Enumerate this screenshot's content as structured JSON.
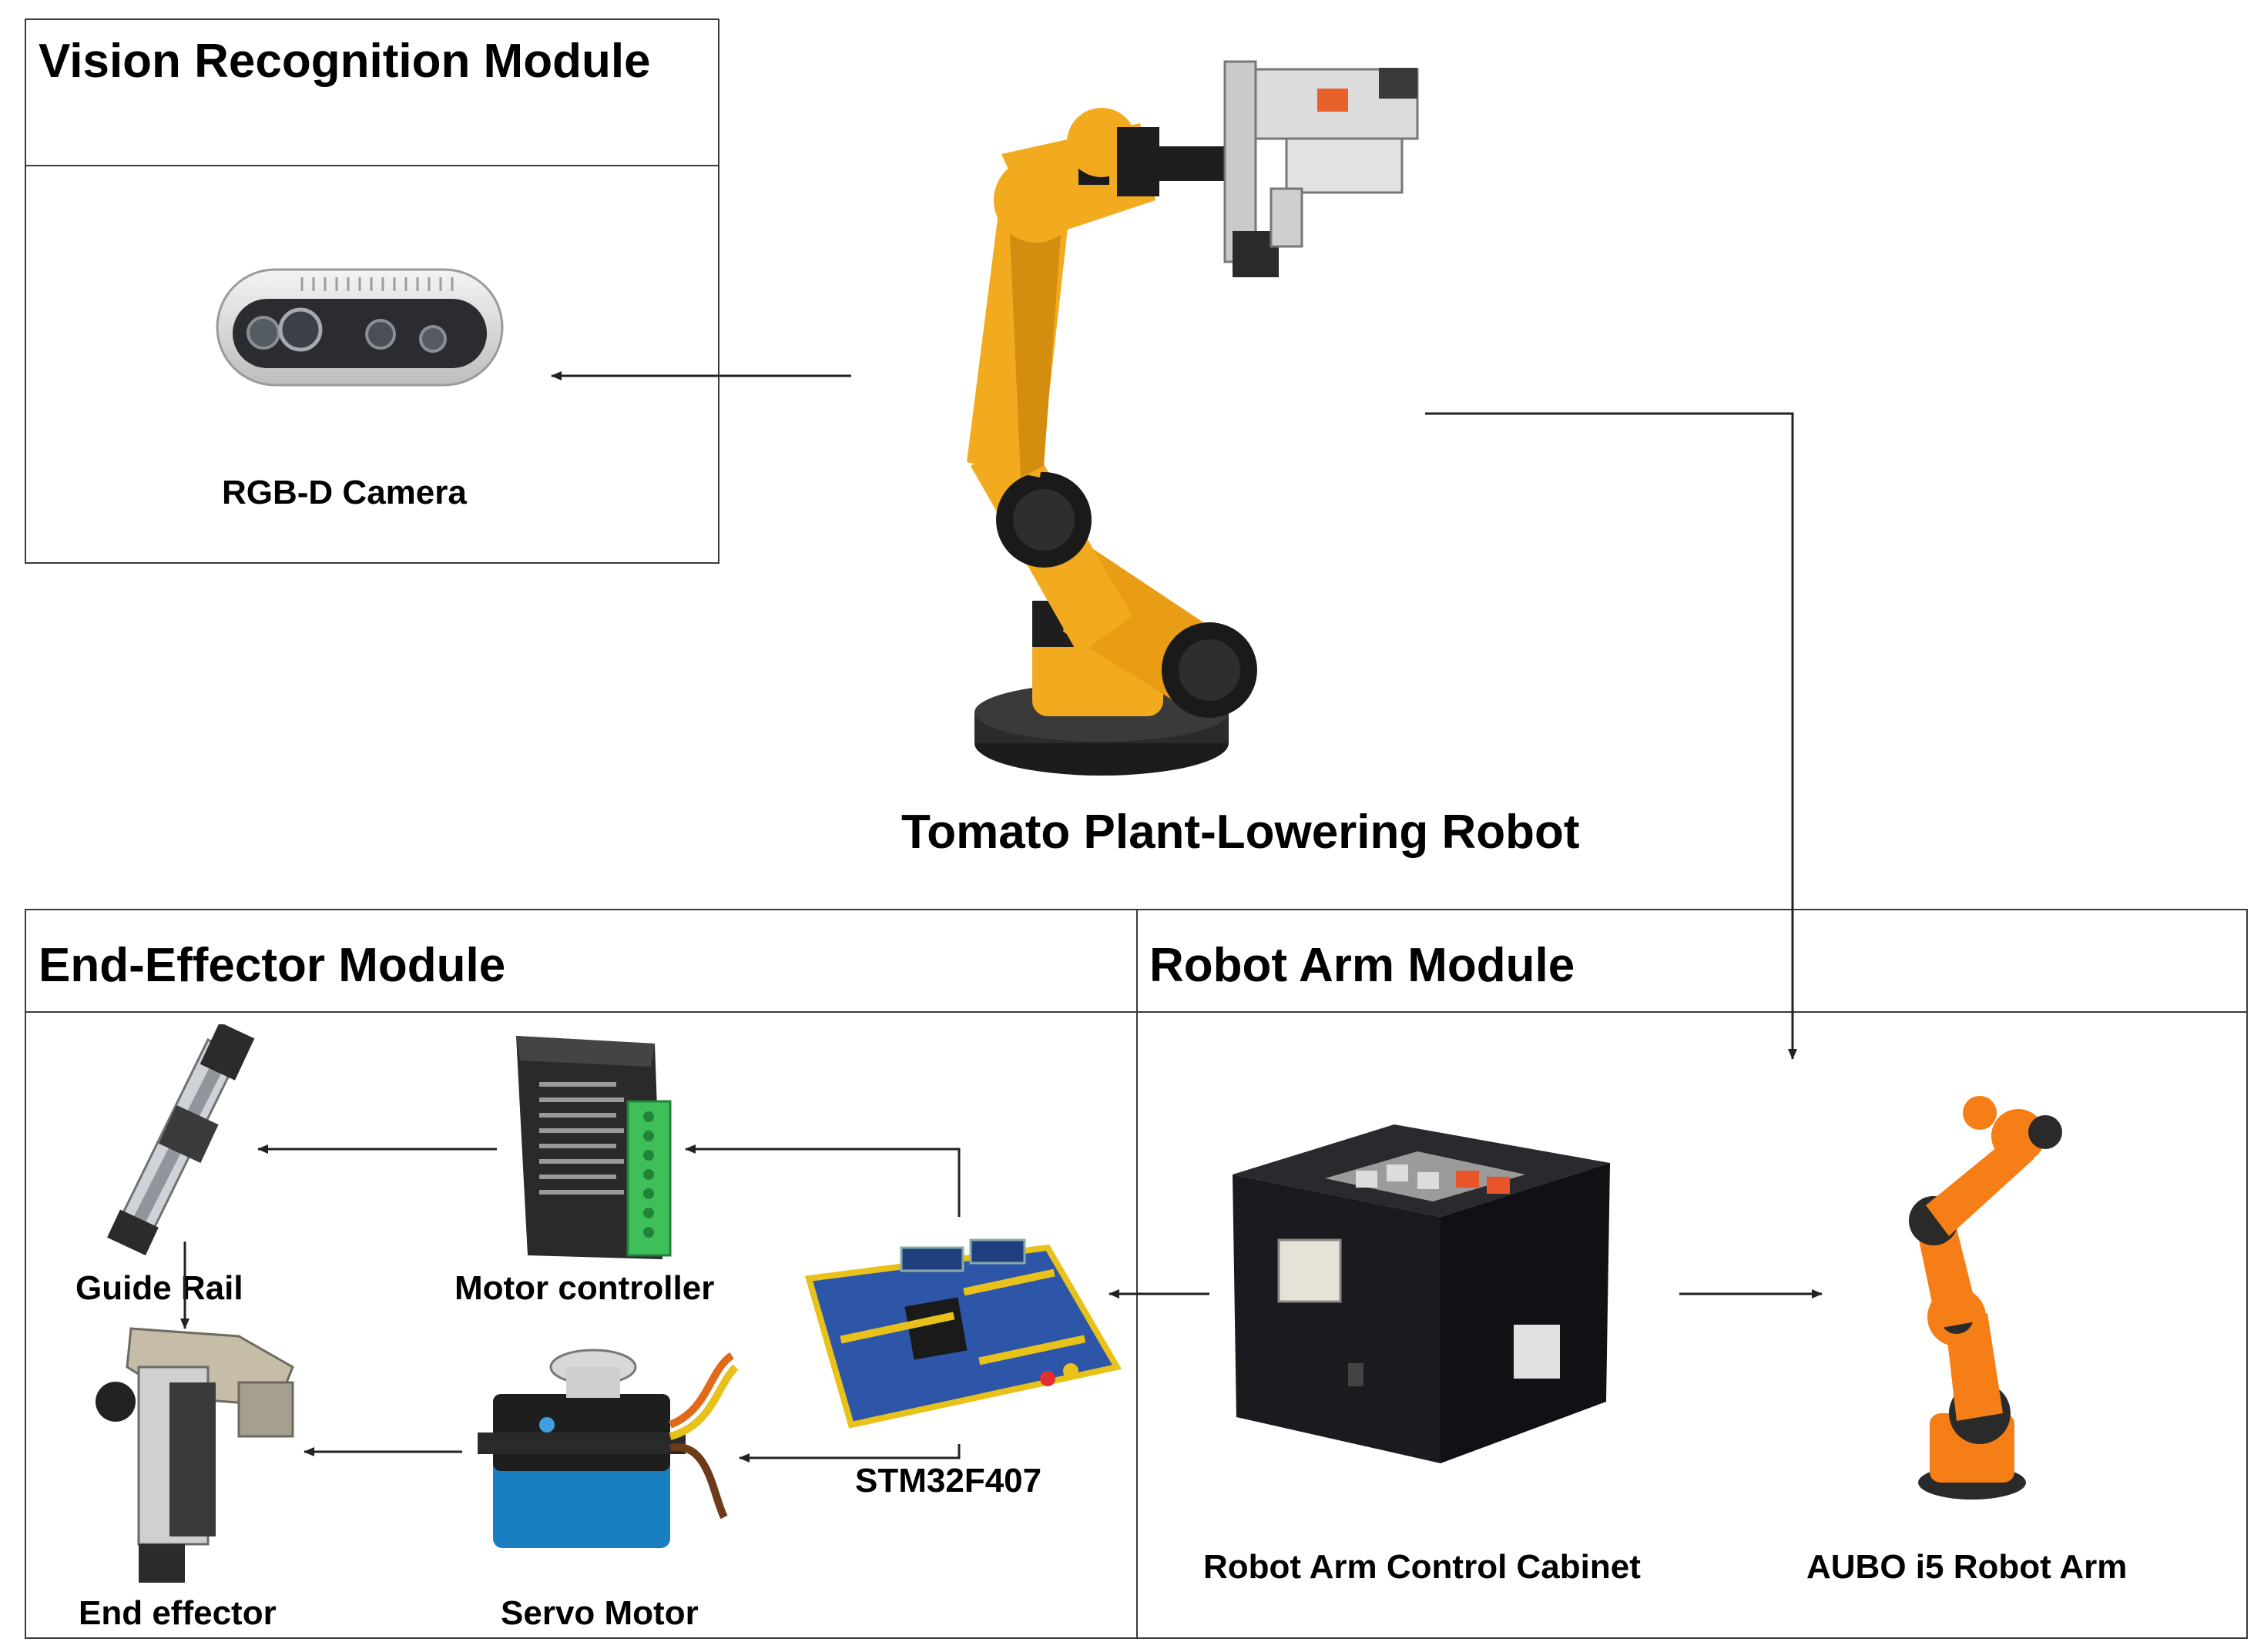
{
  "modules": {
    "vision": {
      "title": "Vision Recognition Module"
    },
    "end_effector": {
      "title": "End-Effector Module"
    },
    "robot_arm": {
      "title": "Robot Arm Module"
    }
  },
  "components": {
    "camera": "RGB-D Camera",
    "main_robot": "Tomato Plant-Lowering Robot",
    "guide_rail": "Guide Rail",
    "motor_controller": "Motor controller",
    "stm32": "STM32F407",
    "end_effector": "End effector",
    "servo_motor": "Servo Motor",
    "control_cabinet": "Robot Arm Control Cabinet",
    "aubo_arm": "AUBO i5 Robot Arm"
  },
  "colors": {
    "robot_yellow": "#f2aa1e",
    "aubo_orange": "#f57e16",
    "board_blue": "#2d55a8",
    "terminal_green": "#3fbf5a",
    "servo_blue": "#1a7fc1"
  }
}
